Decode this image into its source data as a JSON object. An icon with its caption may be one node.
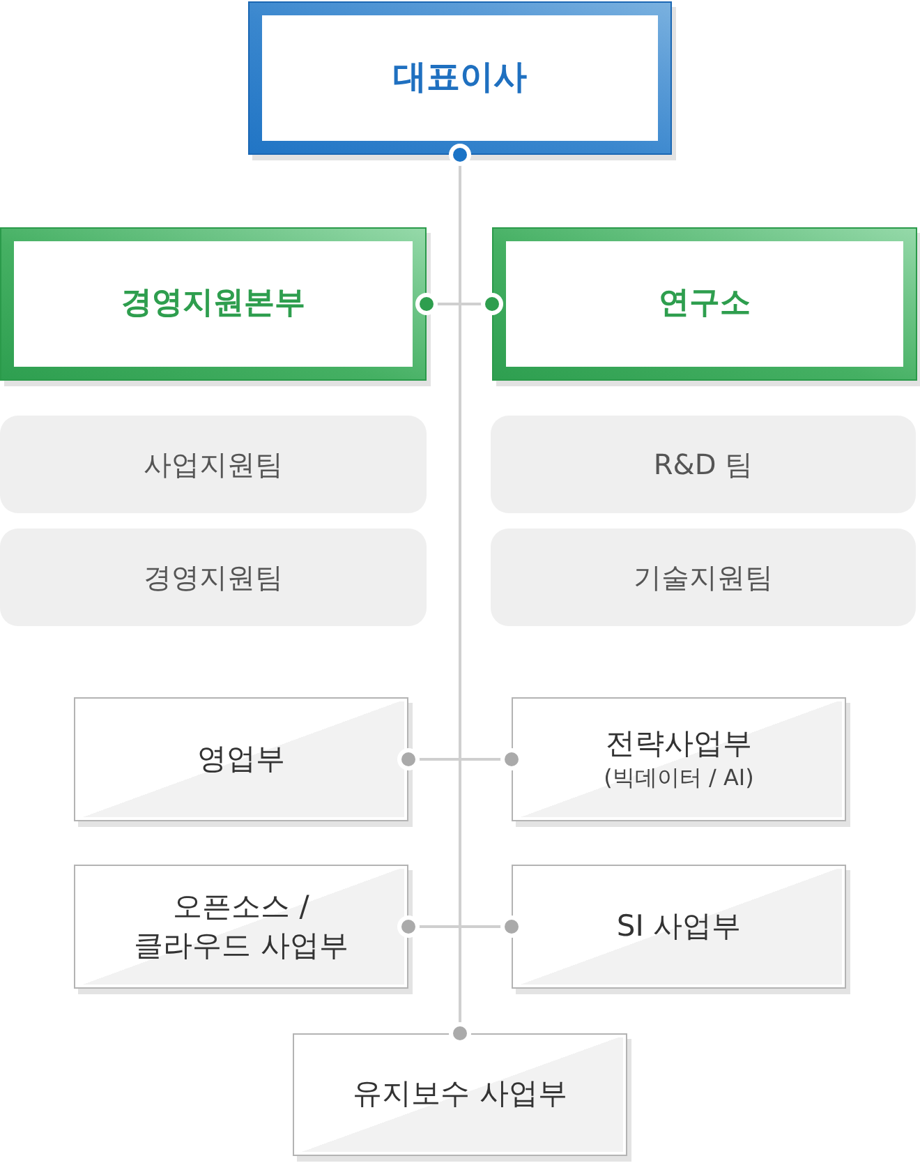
{
  "diagram": {
    "nodes": [
      {
        "text": [
          "대표이사"
        ]
      },
      {
        "text": [
          "경영지원본부"
        ]
      },
      {
        "text": [
          "연구소"
        ]
      },
      {
        "text": [
          "사업지원팀"
        ]
      },
      {
        "text": [
          "R&D 팀"
        ]
      },
      {
        "text": [
          "경영지원팀"
        ]
      },
      {
        "text": [
          "기술지원팀"
        ]
      },
      {
        "text": [
          "영업부"
        ]
      },
      {
        "text": [
          "전략사업부",
          "(빅데이터 / AI)"
        ]
      },
      {
        "text": [
          "오픈소스 / 클라우드 사업부"
        ]
      },
      {
        "text": [
          "SI 사업부"
        ]
      },
      {
        "text": [
          "유지보수 사업부"
        ]
      }
    ],
    "edges": [
      {
        "from": 0,
        "to": 11,
        "arrow": "other"
      },
      {
        "from": 1,
        "to": 2,
        "arrow": "other"
      },
      {
        "from": 7,
        "to": 8,
        "arrow": "other"
      },
      {
        "from": 9,
        "to": 10,
        "arrow": "other"
      }
    ]
  }
}
